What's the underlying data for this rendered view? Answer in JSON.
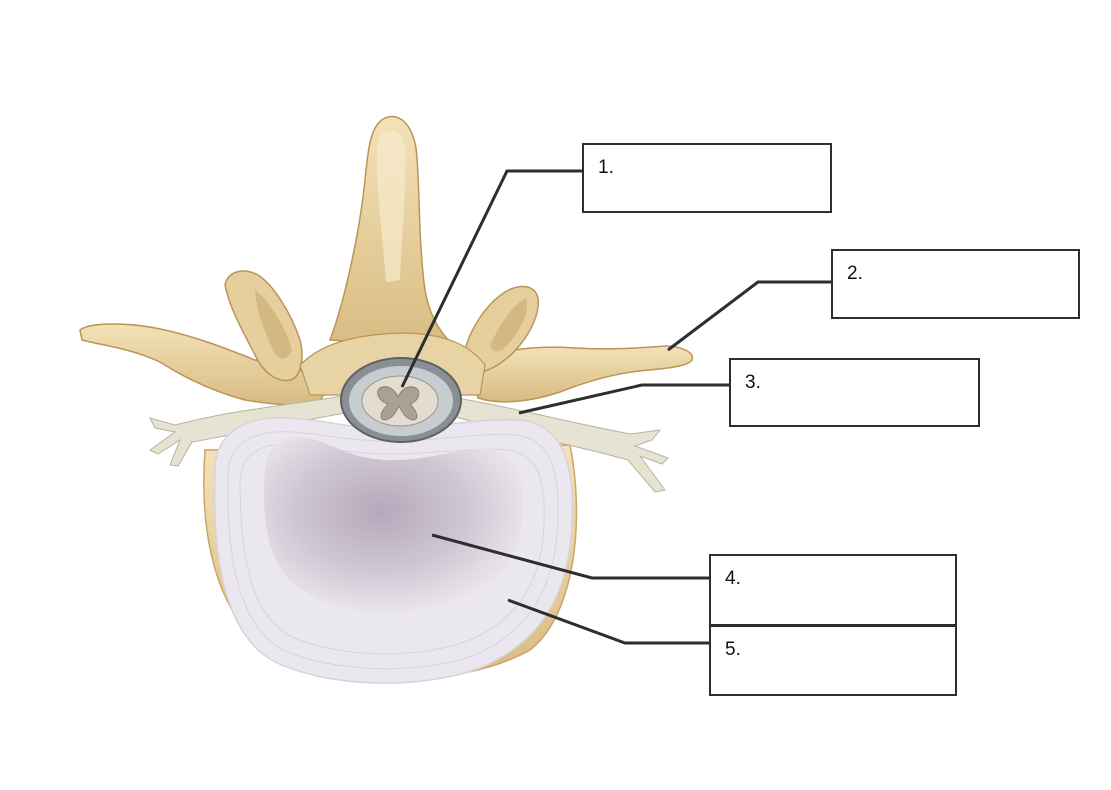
{
  "colors": {
    "bone": "#e8d3a4",
    "bone_shadow": "#c9a56b",
    "bone_highlight": "#f6e9c8",
    "disc": "#e3dde6",
    "nucleus": "#b9aebe",
    "nerve": "#e4e0cf",
    "dura": "#7f8489",
    "cord": "#d8d4c8",
    "leader": "#2e2e2e",
    "box_border": "#2e2e2e"
  },
  "labels": [
    {
      "id": "1",
      "text": "1."
    },
    {
      "id": "2",
      "text": "2."
    },
    {
      "id": "3",
      "text": "3."
    },
    {
      "id": "4",
      "text": "4."
    },
    {
      "id": "5",
      "text": "5."
    }
  ]
}
